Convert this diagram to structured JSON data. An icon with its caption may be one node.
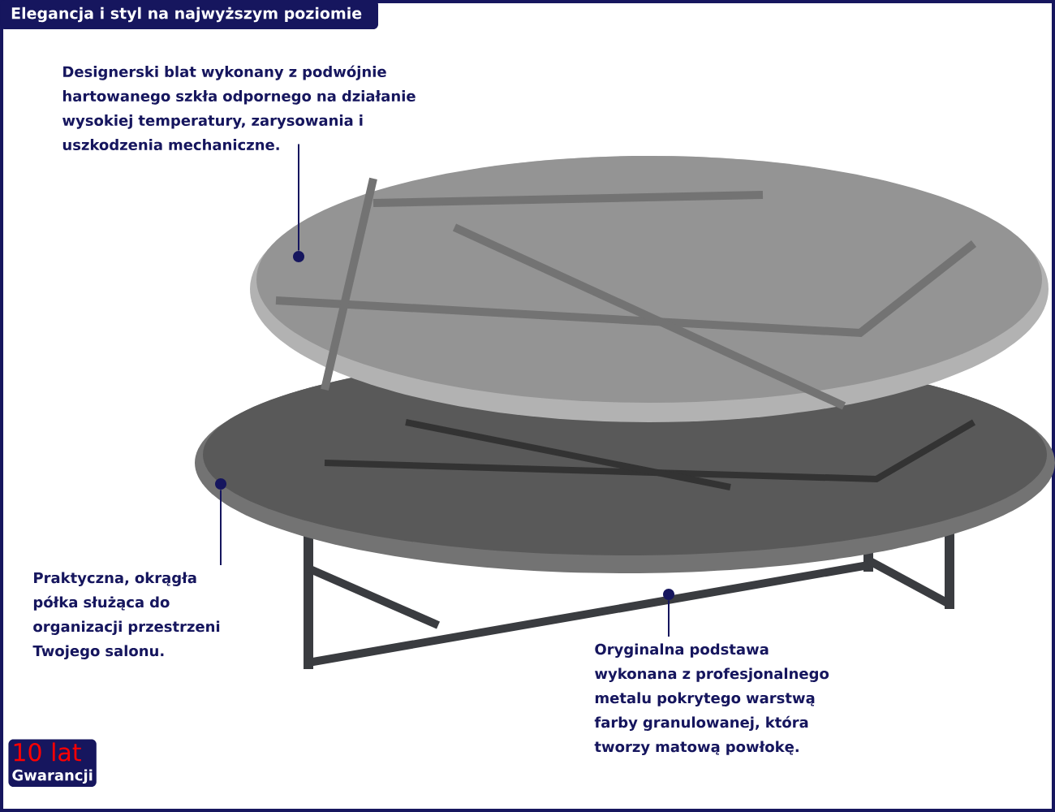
{
  "diagram": {
    "title": "Elegancja i styl na najwyższym poziomie",
    "nodes": [
      {
        "text": [
          "Designerski blat wykonany z podwójnie hartowanego szkła odpornego na działanie wysokiej temperatury, zarysowania i uszkodzenia mechaniczne."
        ]
      },
      {
        "text": [
          "Praktyczna, okrągła półka służąca do organizacji przestrzeni Twojego salonu."
        ]
      },
      {
        "text": [
          "Oryginalna podstawa wykonana z profesjonalnego metalu pokrytego warstwą farby granulowanej, która tworzy matową powłokę."
        ]
      },
      {
        "text": [],
        "shape": "circle"
      },
      {
        "text": [],
        "shape": "circle"
      },
      {
        "text": [],
        "shape": "circle"
      },
      {
        "text": [
          "10 lat",
          "Gwarancji"
        ]
      }
    ],
    "edges": [
      {
        "from": 0,
        "to": 3,
        "arrow": "none"
      },
      {
        "from": 1,
        "to": 4,
        "arrow": "none"
      },
      {
        "from": 2,
        "to": 5,
        "arrow": "none"
      }
    ]
  }
}
